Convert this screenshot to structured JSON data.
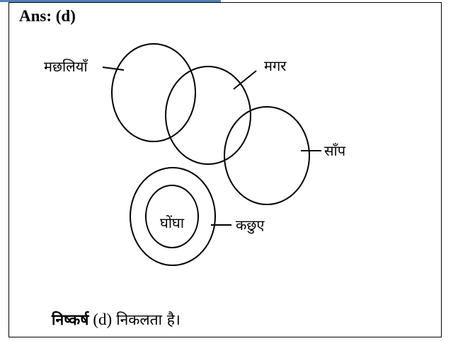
{
  "answer": {
    "text": "Ans:  (d)"
  },
  "diagram": {
    "labels": {
      "fish": "मछलियाँ",
      "crocodile": "मगर",
      "snake": "साँप",
      "snail": "घोंघा",
      "turtle": "कछुए"
    }
  },
  "conclusion": {
    "word": "निष्कर्ष",
    "option": "(d)",
    "rest": "निकलता है।"
  }
}
